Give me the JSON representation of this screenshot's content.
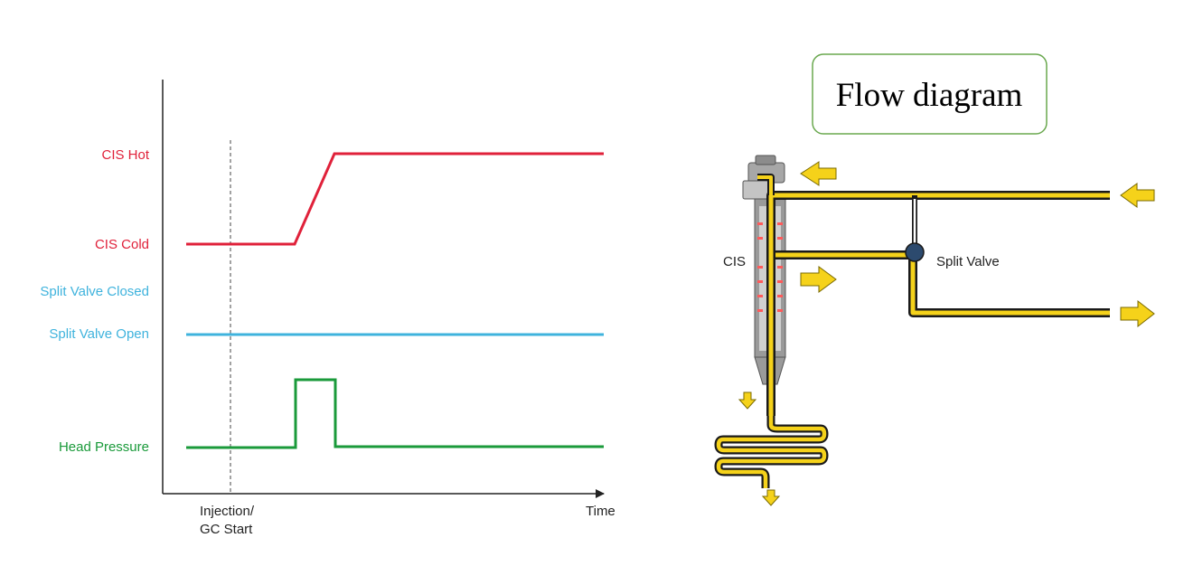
{
  "timing_chart": {
    "axis_x_label": "Time",
    "marker_label_line1": "Injection/",
    "marker_label_line2": "GC Start",
    "signals": [
      {
        "label": "CIS Hot",
        "color": "#e0213a"
      },
      {
        "label": "CIS Cold",
        "color": "#e0213a"
      },
      {
        "label": "Split Valve Closed",
        "color": "#3fb3dd"
      },
      {
        "label": "Split Valve Open",
        "color": "#3fb3dd"
      },
      {
        "label": "Head Pressure",
        "color": "#1a9a3a"
      }
    ]
  },
  "flow_diagram": {
    "title": "Flow diagram",
    "title_border_color": "#6aa84f",
    "inlet_label": "CIS",
    "valve_label": "Split Valve",
    "flow_color": "#f5d21a",
    "pipe_outline_color": "#1a1a1a",
    "valve_color": "#2c4a6e"
  }
}
